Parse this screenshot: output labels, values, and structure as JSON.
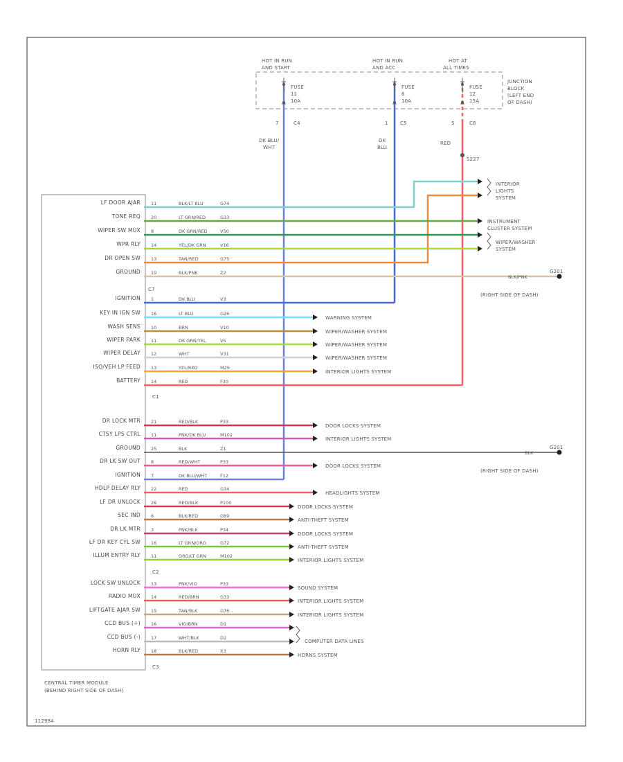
{
  "footer_code": "112984",
  "module_label_1": "CENTRAL TIMER MODULE",
  "module_label_2": "(BEHIND RIGHT SIDE OF DASH)",
  "junction_block": [
    "JUNCTION",
    "BLOCK",
    "(LEFT END",
    "OF DASH)"
  ],
  "fuses": [
    {
      "hot_1": "HOT IN RUN",
      "hot_2": "AND START",
      "fuse_label": "FUSE",
      "fuse_num": "11",
      "amps": "10A",
      "pin": "7",
      "conn": "C4",
      "wire_1": "DK BLU/",
      "wire_2": "WHT"
    },
    {
      "hot_1": "HOT IN RUN",
      "hot_2": "AND ACC",
      "fuse_label": "FUSE",
      "fuse_num": "6",
      "amps": "10A",
      "pin": "1",
      "conn": "C5",
      "wire_1": "DK",
      "wire_2": "BLU"
    },
    {
      "hot_1": "HOT AT",
      "hot_2": "ALL TIMES",
      "fuse_label": "FUSE",
      "fuse_num": "12",
      "amps": "15A",
      "pin": "5",
      "conn": "C6",
      "wire_1": "RED",
      "wire_2": ""
    }
  ],
  "splice": "S227",
  "ground_1": {
    "id": "G201",
    "wire": "BLK/PNK",
    "loc": "(RIGHT SIDE OF DASH)"
  },
  "ground_2": {
    "id": "G201",
    "wire": "BLK",
    "loc": "(RIGHT SIDE OF DASH)"
  },
  "connectors": [
    "C7",
    "C1",
    "C2",
    "C3"
  ],
  "destinations": {
    "interior_lights_1": [
      "INTERIOR",
      "LIGHTS",
      "SYSTEM"
    ],
    "instrument_cluster": [
      "INSTRUMENT",
      "CLUSTER SYSTEM"
    ],
    "wiper_washer": [
      "WIPER/WASHER",
      "SYSTEM"
    ],
    "computer_data": "COMPUTER DATA LINES"
  },
  "pins": [
    {
      "label": "LF DOOR AJAR",
      "pin": "11",
      "wire": "BLK/LT BLU",
      "circuit": "G74"
    },
    {
      "label": "TONE REQ",
      "pin": "20",
      "wire": "LT GRN/RED",
      "circuit": "G33"
    },
    {
      "label": "WIPER SW MUX",
      "pin": "8",
      "wire": "DK GRN/RED",
      "circuit": "V50"
    },
    {
      "label": "WPR RLY",
      "pin": "14",
      "wire": "YEL/DK GRN",
      "circuit": "V16"
    },
    {
      "label": "DR OPEN SW",
      "pin": "13",
      "wire": "TAN/RED",
      "circuit": "G75"
    },
    {
      "label": "GROUND",
      "pin": "19",
      "wire": "BLK/PNK",
      "circuit": "Z2"
    },
    {
      "label": "IGNITION",
      "pin": "1",
      "wire": "DK BLU",
      "circuit": "V3"
    },
    {
      "label": "KEY IN IGN SW",
      "pin": "16",
      "wire": "LT BLU",
      "circuit": "G26",
      "dest": "WARNING SYSTEM"
    },
    {
      "label": "WASH SENS",
      "pin": "10",
      "wire": "BRN",
      "circuit": "V10",
      "dest": "WIPER/WASHER SYSTEM"
    },
    {
      "label": "WIPER PARK",
      "pin": "11",
      "wire": "DK GRN/YEL",
      "circuit": "V5",
      "dest": "WIPER/WASHER SYSTEM"
    },
    {
      "label": "WIPER DELAY",
      "pin": "12",
      "wire": "WHT",
      "circuit": "V31",
      "dest": "WIPER/WASHER SYSTEM"
    },
    {
      "label": "ISO/VEH LP FEED",
      "pin": "13",
      "wire": "YEL/RED",
      "circuit": "M25",
      "dest": "INTERIOR LIGHTS SYSTEM"
    },
    {
      "label": "BATTERY",
      "pin": "14",
      "wire": "RED",
      "circuit": "F30"
    },
    {
      "label": "DR LOCK MTR",
      "pin": "21",
      "wire": "RED/BLK",
      "circuit": "P33",
      "dest": "DOOR LOCKS SYSTEM"
    },
    {
      "label": "CTSY LPS CTRL",
      "pin": "11",
      "wire": "PNK/DK BLU",
      "circuit": "M102",
      "dest": "INTERIOR LIGHTS SYSTEM"
    },
    {
      "label": "GROUND",
      "pin": "25",
      "wire": "BLK",
      "circuit": "Z1"
    },
    {
      "label": "DR LK SW OUT",
      "pin": "8",
      "wire": "RED/WHT",
      "circuit": "P33",
      "dest": "DOOR LOCKS SYSTEM"
    },
    {
      "label": "IGNITION",
      "pin": "7",
      "wire": "DK BLU/WHT",
      "circuit": "F12"
    },
    {
      "label": "HDLP DELAY RLY",
      "pin": "22",
      "wire": "RED",
      "circuit": "G34",
      "dest": "HEADLIGHTS SYSTEM"
    },
    {
      "label": "LF DR UNLOCK",
      "pin": "26",
      "wire": "RED/BLK",
      "circuit": "P100",
      "dest": "DOOR LOCKS SYSTEM"
    },
    {
      "label": "SEC IND",
      "pin": "6",
      "wire": "BLK/RED",
      "circuit": "G69",
      "dest": "ANTI-THEFT SYSTEM"
    },
    {
      "label": "DR LK MTR",
      "pin": "3",
      "wire": "PNK/BLK",
      "circuit": "P34",
      "dest": "DOOR LOCKS SYSTEM"
    },
    {
      "label": "LF DR KEY CYL SW",
      "pin": "16",
      "wire": "LT GRN/ORG",
      "circuit": "G72",
      "dest": "ANTI-THEFT SYSTEM"
    },
    {
      "label": "ILLUM ENTRY RLY",
      "pin": "11",
      "wire": "ORG/LT GRN",
      "circuit": "M102",
      "dest": "INTERIOR LIGHTS SYSTEM"
    },
    {
      "label": "LOCK SW UNLOCK",
      "pin": "13",
      "wire": "PNK/VIO",
      "circuit": "P33",
      "dest": "SOUND SYSTEM"
    },
    {
      "label": "RADIO MUX",
      "pin": "14",
      "wire": "RED/BRN",
      "circuit": "G33",
      "dest": "INTERIOR LIGHTS SYSTEM"
    },
    {
      "label": "LIFTGATE AJAR SW",
      "pin": "15",
      "wire": "TAN/BLK",
      "circuit": "G76",
      "dest": "INTERIOR LIGHTS SYSTEM"
    },
    {
      "label": "CCD BUS (+)",
      "pin": "16",
      "wire": "VIO/BRN",
      "circuit": "D1"
    },
    {
      "label": "CCD BUS (-)",
      "pin": "17",
      "wire": "WHT/BLK",
      "circuit": "D2"
    },
    {
      "label": "HORN RLY",
      "pin": "18",
      "wire": "BLK/RED",
      "circuit": "X3",
      "dest": "HORNS SYSTEM"
    }
  ],
  "colors": {
    "lt_blu_blk": "#7fcfd2",
    "lt_grn_red": "#5cae39",
    "dk_grn_red": "#2f9a4d",
    "yel_grn": "#a7d63b",
    "tan_red": "#f08a3a",
    "blk_pnk": "#d9c4a0",
    "dk_blu": "#4f67d6",
    "red": "#f06060",
    "lt_blu": "#74e0f2",
    "brn": "#b6923e",
    "white": "#cfcfcf",
    "yel_red": "#f0a637",
    "red_blk": "#cf3a4e",
    "pnk_blu": "#d05aa8",
    "blk": "#444444",
    "pnk_red": "#f05a9a",
    "pnk": "#f070d0",
    "tan_blk": "#c8a870",
    "vio_brn": "#e865c8",
    "wht_blk": "#bcbcbc",
    "lt_grn_org": "#7ec438",
    "org_grn": "#9ecb3a"
  }
}
